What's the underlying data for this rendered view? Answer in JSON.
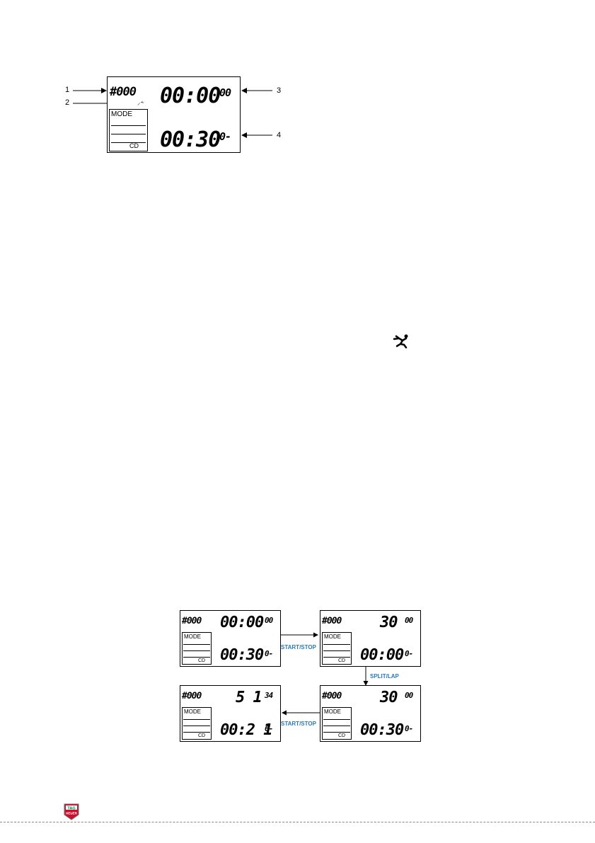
{
  "main_display": {
    "counter": "#000",
    "top_time": "00:00",
    "top_hundredths": "00",
    "bottom_time": "00:30",
    "bottom_tenths": "0-",
    "menu_label": "MODE",
    "menu_bottom": "CD",
    "callouts": [
      "1",
      "2",
      "3",
      "4"
    ]
  },
  "inline_icon_name": "runner-icon",
  "sequence": {
    "panels": [
      {
        "counter": "#000",
        "top_main": "00:00",
        "top_small": "00",
        "bottom_main": "00:30",
        "bottom_small": "0-",
        "mode": "MODE",
        "cd": "CD"
      },
      {
        "counter": "#000",
        "top_main": "30",
        "top_small": "00",
        "bottom_main": "00:00",
        "bottom_small": "0-",
        "mode": "MODE",
        "cd": "CD"
      },
      {
        "counter": "#000",
        "top_main": "30",
        "top_small": "00",
        "bottom_main": "00:30",
        "bottom_small": "0-",
        "mode": "MODE",
        "cd": "CD"
      },
      {
        "counter": "#000",
        "top_main": "5 1",
        "top_small": "34",
        "bottom_main": "00:2 1",
        "bottom_small": "6-",
        "mode": "MODE",
        "cd": "CD"
      }
    ],
    "buttons": [
      "START/STOP",
      "SPLIT/LAP",
      "START/STOP"
    ]
  },
  "brand": {
    "logo": "TAG HEUER"
  }
}
